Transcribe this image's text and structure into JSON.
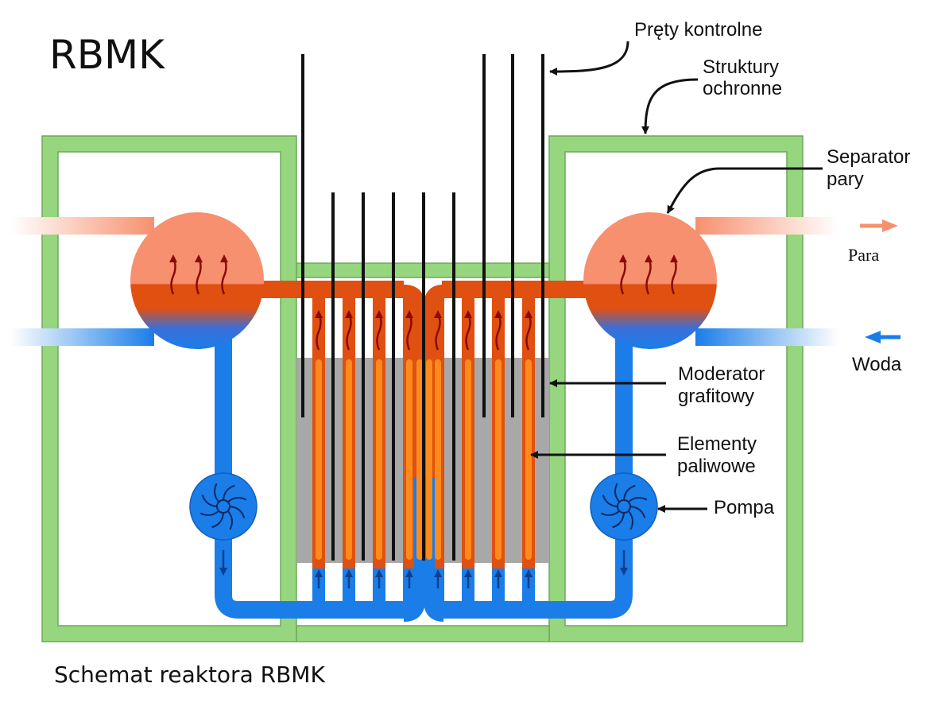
{
  "title": "RBMK",
  "caption": "Schemat reaktora RBMK",
  "labels": {
    "control_rods": "Pręty kontrolne",
    "containment_line1": "Struktury",
    "containment_line2": "ochronne",
    "separator_line1": "Separator",
    "separator_line2": "pary",
    "steam": "Para",
    "water": "Woda",
    "moderator_line1": "Moderator",
    "moderator_line2": "grafitowy",
    "fuel_line1": "Elementy",
    "fuel_line2": "paliwowe",
    "pump": "Pompa"
  },
  "colors": {
    "containment": "#95d67f",
    "steam": "#f7906e",
    "hot_water": "#e05010",
    "water": "#1a7de8",
    "fuel": "#ff8a1c",
    "graphite": "#a8a8a8",
    "rod": "#111111",
    "flow_arrow": "#8a0a0a"
  }
}
